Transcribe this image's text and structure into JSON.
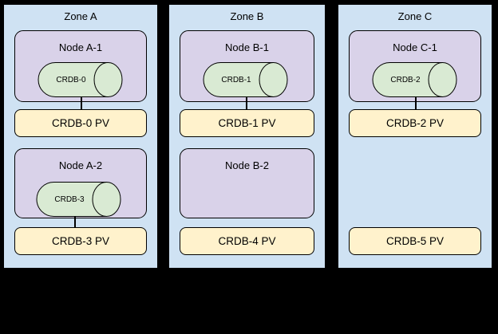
{
  "colors": {
    "background": "#000000",
    "zone_fill": "#cfe2f3",
    "node_fill": "#d9d2e9",
    "cylinder_fill": "#d9ead3",
    "pv_fill": "#fff2cc",
    "border": "#000000",
    "text": "#000000"
  },
  "zones": [
    {
      "label": "Zone A",
      "slots": [
        {
          "has_node": true,
          "has_cylinder": true,
          "node_label": "Node A-1",
          "cylinder_label": "CRDB-0",
          "pv_label": "CRDB-0 PV"
        },
        {
          "has_node": true,
          "has_cylinder": true,
          "node_label": "Node A-2",
          "cylinder_label": "CRDB-3",
          "pv_label": "CRDB-3 PV"
        }
      ]
    },
    {
      "label": "Zone B",
      "slots": [
        {
          "has_node": true,
          "has_cylinder": true,
          "node_label": "Node B-1",
          "cylinder_label": "CRDB-1",
          "pv_label": "CRDB-1 PV"
        },
        {
          "has_node": true,
          "has_cylinder": false,
          "node_label": "Node B-2",
          "cylinder_label": null,
          "pv_label": "CRDB-4 PV"
        }
      ]
    },
    {
      "label": "Zone C",
      "slots": [
        {
          "has_node": true,
          "has_cylinder": true,
          "node_label": "Node C-1",
          "cylinder_label": "CRDB-2",
          "pv_label": "CRDB-2 PV"
        },
        {
          "has_node": false,
          "has_cylinder": false,
          "node_label": null,
          "cylinder_label": null,
          "pv_label": "CRDB-5 PV"
        }
      ]
    }
  ]
}
